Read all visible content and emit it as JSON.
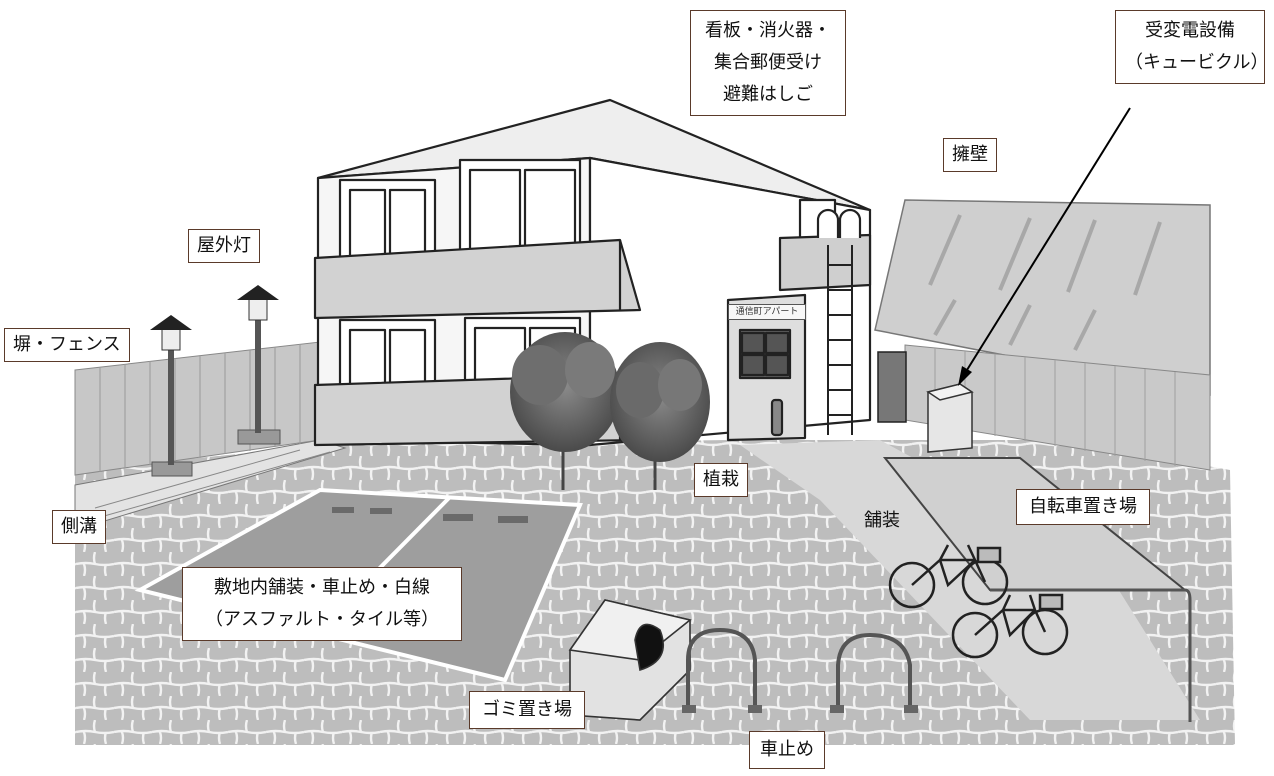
{
  "labels": {
    "signboard": [
      "看板・消火器・",
      "集合郵便受け",
      "避難はしご"
    ],
    "substation": [
      "受変電設備",
      "（キュービクル）"
    ],
    "retaining_wall": "擁壁",
    "outdoor_light": "屋外灯",
    "fence": "塀・フェンス",
    "planting": "植栽",
    "side_ditch": "側溝",
    "pavement": "舗装",
    "bicycle_parking": "自転車置き場",
    "site_paving": [
      "敷地内舗装・車止め・白線",
      "（アスファルト・タイル等）"
    ],
    "garbage": "ゴミ置き場",
    "car_stop": "車止め"
  },
  "building_sign": "通信町アパート",
  "colors": {
    "label_border": "#5a3a2a",
    "ground": "#bdbdbd",
    "wall": "#f4f4f4",
    "fence": "#c7c7c7"
  }
}
